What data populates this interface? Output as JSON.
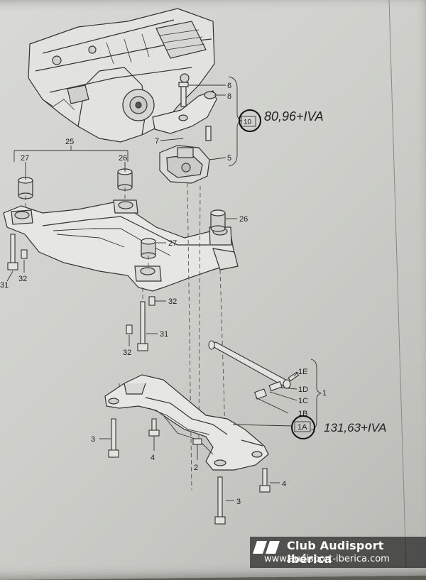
{
  "callouts": {
    "c1": "1",
    "c1A": "1A",
    "c1B": "1B",
    "c1C": "1C",
    "c1D": "1D",
    "c1E": "1E",
    "c2": "2",
    "c3a": "3",
    "c3b": "3",
    "c4a": "4",
    "c4b": "4",
    "c5": "5",
    "c6": "6",
    "c7": "7",
    "c8": "8",
    "c10": "10",
    "c25": "25",
    "c26a": "26",
    "c26b": "26",
    "c27a": "27",
    "c27b": "27",
    "c31a": "31",
    "c31b": "31",
    "c32a": "32",
    "c32b": "32",
    "c32c": "32"
  },
  "notes": {
    "price_part10": "80,96+IVA",
    "price_part1A": "131,63+IVA"
  },
  "watermark": {
    "name": "Club Audisport Ibérica",
    "url": "www.audisport-iberica.com"
  },
  "colors": {
    "paper": "#cfd0cb",
    "ink": "#2a2a2a",
    "watermark_bg": "#000000"
  }
}
